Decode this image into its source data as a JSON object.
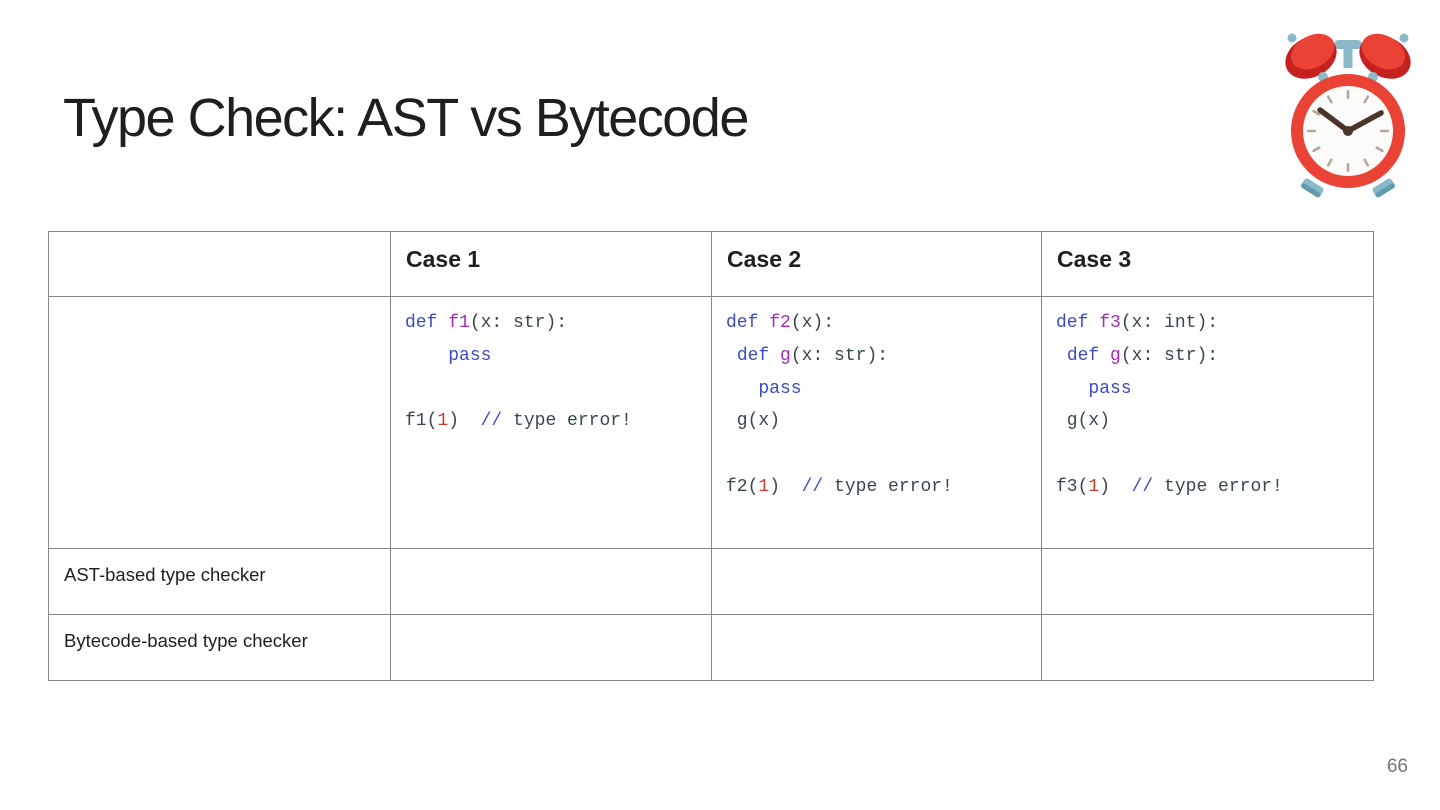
{
  "slide": {
    "title": "Type Check: AST vs Bytecode",
    "page_number": "66"
  },
  "icons": {
    "alarm_clock": "alarm-clock-emoji"
  },
  "table": {
    "headers": [
      "",
      "Case 1",
      "Case 2",
      "Case 3"
    ],
    "row_labels": [
      "AST-based type checker",
      "Bytecode-based type checker"
    ],
    "code_cases": [
      {
        "case": "Case 1",
        "lines": [
          [
            [
              "kw",
              "def"
            ],
            [
              "pl",
              " "
            ],
            [
              "fn",
              "f1"
            ],
            [
              "pl",
              "(x: str):"
            ]
          ],
          [
            [
              "pl",
              "    "
            ],
            [
              "kw",
              "pass"
            ]
          ],
          [],
          [
            [
              "pl",
              "f1("
            ],
            [
              "num",
              "1"
            ],
            [
              "pl",
              ")  "
            ],
            [
              "kw",
              "//"
            ],
            [
              "pl",
              " type error!"
            ]
          ]
        ]
      },
      {
        "case": "Case 2",
        "lines": [
          [
            [
              "kw",
              "def"
            ],
            [
              "pl",
              " "
            ],
            [
              "fn",
              "f2"
            ],
            [
              "pl",
              "(x):"
            ]
          ],
          [
            [
              "pl",
              " "
            ],
            [
              "kw",
              "def"
            ],
            [
              "pl",
              " "
            ],
            [
              "fn",
              "g"
            ],
            [
              "pl",
              "(x: str):"
            ]
          ],
          [
            [
              "pl",
              "   "
            ],
            [
              "kw",
              "pass"
            ]
          ],
          [
            [
              "pl",
              " g(x)"
            ]
          ],
          [],
          [
            [
              "pl",
              "f2("
            ],
            [
              "num",
              "1"
            ],
            [
              "pl",
              ")  "
            ],
            [
              "kw",
              "//"
            ],
            [
              "pl",
              " type error!"
            ]
          ]
        ]
      },
      {
        "case": "Case 3",
        "lines": [
          [
            [
              "kw",
              "def"
            ],
            [
              "pl",
              " "
            ],
            [
              "fn",
              "f3"
            ],
            [
              "pl",
              "(x: int):"
            ]
          ],
          [
            [
              "pl",
              " "
            ],
            [
              "kw",
              "def"
            ],
            [
              "pl",
              " "
            ],
            [
              "fn",
              "g"
            ],
            [
              "pl",
              "(x: str):"
            ]
          ],
          [
            [
              "pl",
              "   "
            ],
            [
              "kw",
              "pass"
            ]
          ],
          [
            [
              "pl",
              " g(x)"
            ]
          ],
          [],
          [
            [
              "pl",
              "f3("
            ],
            [
              "num",
              "1"
            ],
            [
              "pl",
              ")  "
            ],
            [
              "kw",
              "//"
            ],
            [
              "pl",
              " type error!"
            ]
          ]
        ]
      }
    ]
  },
  "colors": {
    "title_text": "#1f1f1f",
    "table_border": "#888888",
    "page_number_text": "#757575",
    "syntax": {
      "keyword": "#3b4cc0",
      "function_name": "#a32cba",
      "number": "#c0392b",
      "plain": "#37474f"
    },
    "clock": {
      "red": "#ea4335",
      "red_dark": "#c5221f",
      "blue": "#8ab9c7",
      "blue_dark": "#5f9cae",
      "face": "#fbfbf9",
      "ticks": "#b3a79c",
      "hands": "#4a342c"
    }
  }
}
